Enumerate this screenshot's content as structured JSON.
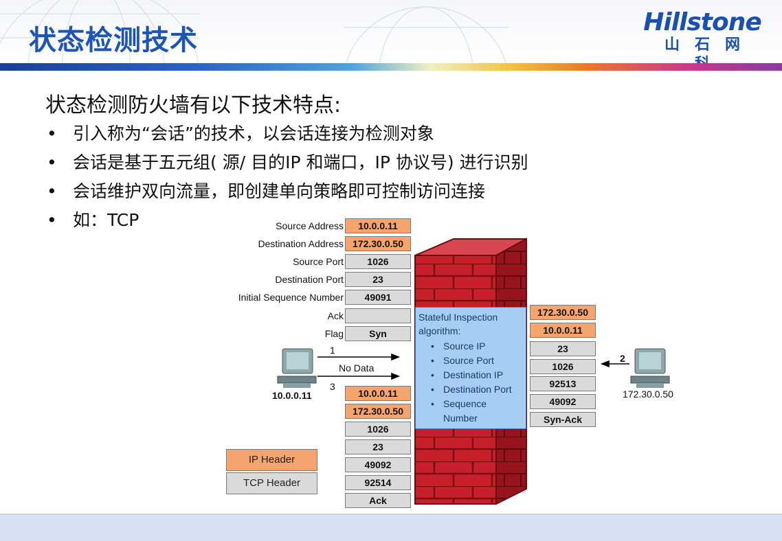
{
  "slide": {
    "title": "状态检测技术",
    "logo": {
      "wordmark": "Hillstone",
      "chinese": "山石网科"
    },
    "intro": "状态检测防火墙有以下技术特点:",
    "bullets": [
      "引入称为“会话”的技术，以会话连接为检测对象",
      "会话是基于五元组( 源/ 目的IP 和端口，IP 协议号) 进行识别",
      "会话维护双向流量，即创建单向策略即可控制访问连接",
      "如：TCP"
    ]
  },
  "diagram": {
    "packet1": {
      "labels": [
        "Source Address",
        "Destination Address",
        "Source Port",
        "Destination Port",
        "Initial Sequence Number",
        "Ack",
        "Flag"
      ],
      "values": [
        "10.0.0.11",
        "172.30.0.50",
        "1026",
        "23",
        "49091",
        "",
        "Syn"
      ]
    },
    "inspection": {
      "title_line1": "Stateful Inspection",
      "title_line2": "algorithm:",
      "items": [
        "Source IP",
        "Source Port",
        "Destination IP",
        "Destination Port",
        "Sequence",
        "Number"
      ]
    },
    "packet2": [
      "172.30.0.50",
      "10.0.0.11",
      "23",
      "1026",
      "92513",
      "49092",
      "Syn-Ack"
    ],
    "packet3": [
      "10.0.0.11",
      "172.30.0.50",
      "1026",
      "23",
      "49092",
      "92514",
      "Ack"
    ],
    "legend": {
      "ip_header": "IP Header",
      "tcp_header": "TCP Header"
    },
    "left_host": "10.0.0.11",
    "right_host": "172.30.0.50",
    "step1": "1",
    "step2": "2",
    "step3": "3",
    "no_data": "No Data",
    "colors": {
      "ip_header": "#f6a46d",
      "tcp_header": "#dadada",
      "wall": "#c8202a",
      "inspection": "#a6cdf4"
    }
  }
}
